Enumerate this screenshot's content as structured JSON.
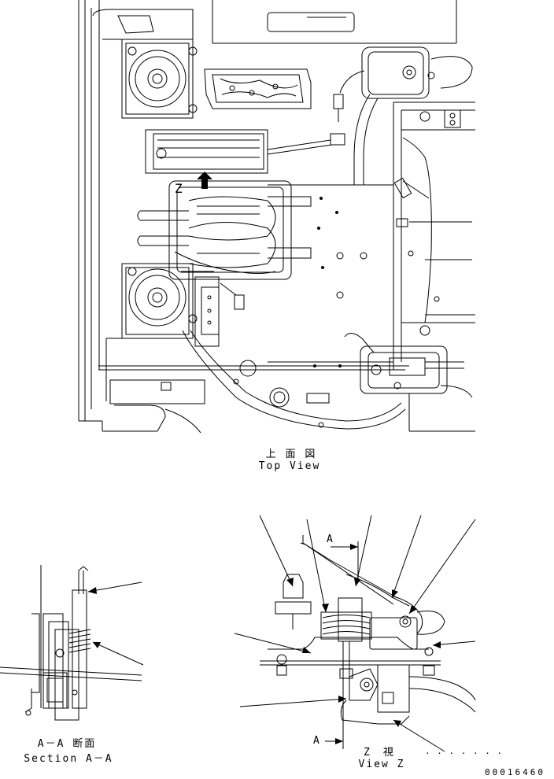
{
  "views": {
    "top": {
      "caption_jp": "上 面 図",
      "caption_en": "Top View"
    },
    "section": {
      "caption_jp": "A－A 断面",
      "caption_en": "Section A－A"
    },
    "z": {
      "caption_jp": "Z　視",
      "caption_en": "View Z"
    }
  },
  "markers": {
    "z_arrow": "Z",
    "section_a_top": "A",
    "section_a_bottom": "A"
  },
  "drawing_number": "00016460",
  "dotted_leader": ". . . . . . ."
}
